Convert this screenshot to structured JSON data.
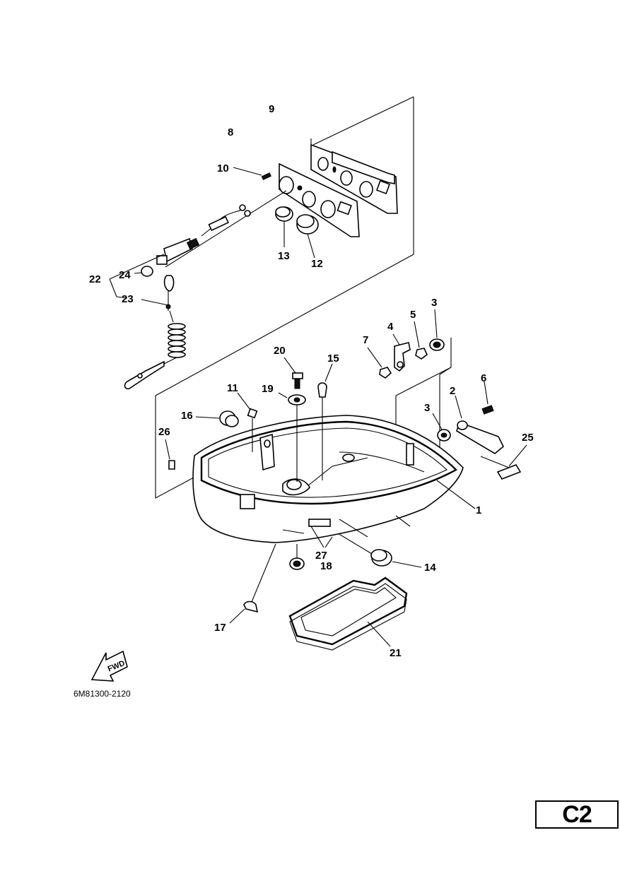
{
  "diagram": {
    "part_code": "6M81300-2120",
    "fwd_label": "FWD",
    "page_label": "C2",
    "callouts": {
      "p1": "1",
      "p2": "2",
      "p3a": "3",
      "p3b": "3",
      "p4": "4",
      "p5": "5",
      "p6": "6",
      "p7": "7",
      "p8": "8",
      "p9": "9",
      "p10": "10",
      "p11": "11",
      "p12": "12",
      "p13": "13",
      "p14": "14",
      "p15": "15",
      "p16": "16",
      "p17": "17",
      "p18": "18",
      "p19": "19",
      "p20": "20",
      "p21": "21",
      "p22": "22",
      "p23": "23",
      "p24": "24",
      "p25": "25",
      "p26": "26",
      "p27": "27"
    }
  }
}
